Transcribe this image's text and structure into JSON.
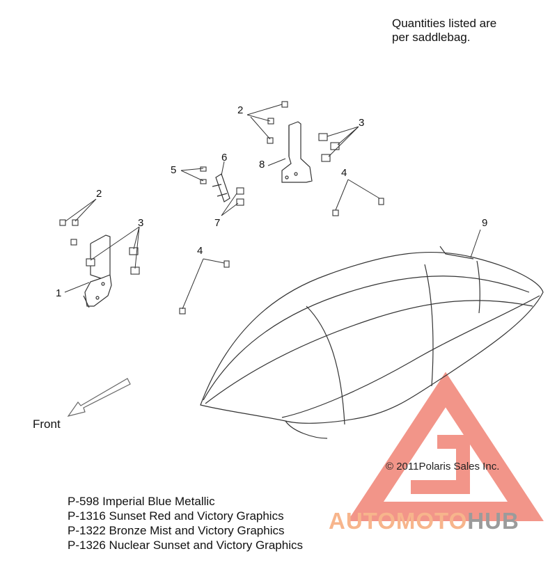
{
  "note": [
    "Quantities listed are",
    "per saddlebag."
  ],
  "front_label": "Front",
  "copyright": "© 2011Polaris Sales Inc.",
  "callouts": {
    "c1": "1",
    "c2a": "2",
    "c2b": "2",
    "c3a": "3",
    "c3b": "3",
    "c4a": "4",
    "c4b": "4",
    "c5": "5",
    "c6": "6",
    "c7": "7",
    "c8": "8",
    "c9": "9"
  },
  "parts": [
    "P-598  Imperial Blue Metallic",
    "P-1316 Sunset Red and Victory Graphics",
    "P-1322 Bronze Mist and Victory Graphics",
    "P-1326 Nuclear Sunset and Victory Graphics"
  ],
  "watermark": {
    "part1": "AUTOMOTO",
    "part2": "HUB",
    "color1": "#f7b58c",
    "color2": "#9b9b9b",
    "logo_color": "#e8402a"
  }
}
